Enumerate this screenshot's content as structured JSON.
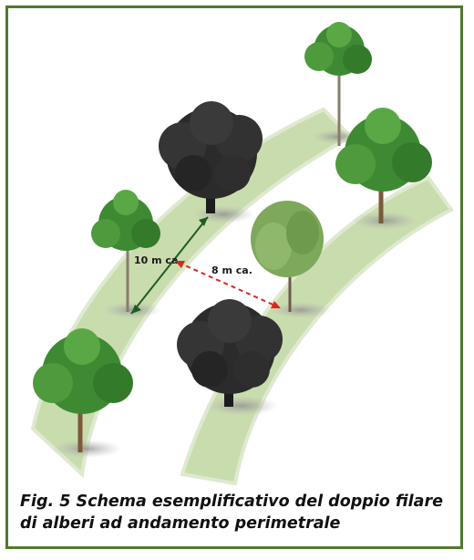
{
  "figure": {
    "distance_row_label": "10 m ca.",
    "distance_between_rows_label": "8 m ca.",
    "caption_line1": "Fig. 5 Schema esemplificativo del doppio filare",
    "caption_line2": "di alberi ad andamento perimetrale",
    "colors": {
      "border": "#4f7a2a",
      "strip": "#c9dcae",
      "dark_canopy": "#2b2b2b",
      "green_canopy": "#3e8a33",
      "arrow_green": "#1f5d1f",
      "arrow_red": "#d8281e"
    }
  }
}
